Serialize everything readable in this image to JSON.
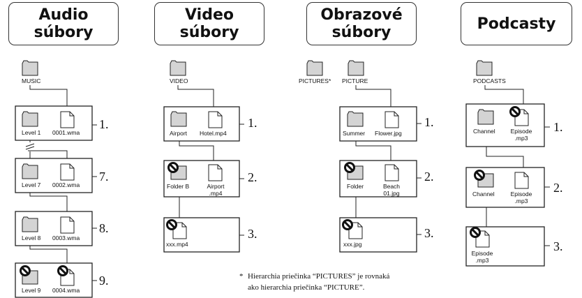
{
  "headers": {
    "audio": [
      "Audio",
      "súbory"
    ],
    "video": [
      "Video",
      "súbory"
    ],
    "image": [
      "Obrazové",
      "súbory"
    ],
    "podcast": [
      "Podcasty"
    ]
  },
  "audio": {
    "root": "MUSIC",
    "rows": [
      {
        "folder": "Level 1",
        "file": "0001.wma",
        "num": "1."
      },
      {
        "folder": "Level 7",
        "file": "0002.wma",
        "num": "7."
      },
      {
        "folder": "Level 8",
        "file": "0003.wma",
        "num": "8."
      },
      {
        "folder": "Level 9",
        "file": "0004.wma",
        "num": "9."
      }
    ]
  },
  "video": {
    "root": "VIDEO",
    "rows": [
      {
        "folder": "Airport",
        "file": "Hotel.mp4",
        "num": "1."
      },
      {
        "folder": "Folder B",
        "file_l1": "Airport",
        "file_l2": ".mp4",
        "num": "2."
      },
      {
        "file": "xxx.mp4",
        "num": "3."
      }
    ]
  },
  "image": {
    "root1": "PICTURES*",
    "root2": "PICTURE",
    "rows": [
      {
        "folder": "Summer",
        "file": "Flower.jpg",
        "num": "1."
      },
      {
        "folder": "Folder",
        "file_l1": "Beach",
        "file_l2": "01.jpg",
        "num": "2."
      },
      {
        "file": "xxx.jpg",
        "num": "3."
      }
    ]
  },
  "podcast": {
    "root": "PODCASTS",
    "rows": [
      {
        "folder": "Channel",
        "file_l1": "Episode",
        "file_l2": ".mp3",
        "num": "1."
      },
      {
        "folder": "Channel",
        "file_l1": "Episode",
        "file_l2": ".mp3",
        "num": "2."
      },
      {
        "file_l1": "Episode",
        "file_l2": ".mp3",
        "num": "3."
      }
    ]
  },
  "footnote": {
    "asterisk": "*",
    "line1": "Hierarchia priečinka “PICTURES” je rovnaká",
    "line2": "ako hierarchia priečinka “PICTURE”."
  }
}
